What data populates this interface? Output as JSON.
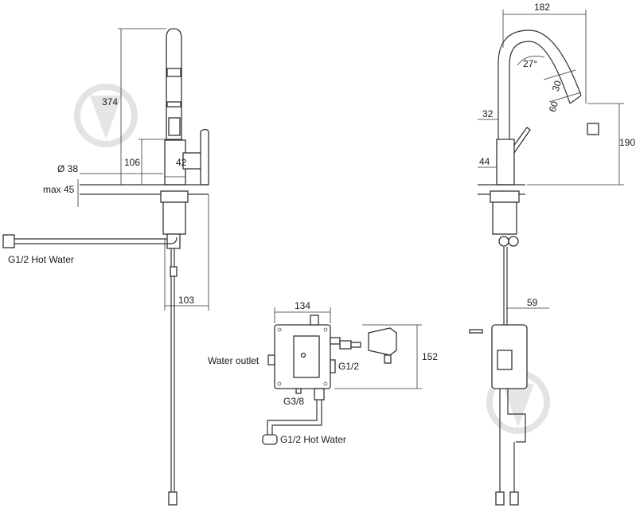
{
  "front_view": {
    "dims": {
      "height_total": "374",
      "height_spout_top": "106",
      "spout_diameter": "Ø 38",
      "counter_thickness": "max 45",
      "body_width": "42",
      "projection": "103"
    },
    "callouts": {
      "hot_water": "G1/2 Hot Water"
    }
  },
  "side_view": {
    "dims": {
      "spout_reach": "182",
      "angle": "27°",
      "outlet_30": "30",
      "outlet_60": "60",
      "outlet_height": "190",
      "lever_32": "32",
      "base_44": "44",
      "box_depth": "59"
    }
  },
  "control_box": {
    "dims": {
      "width": "134",
      "height": "152"
    },
    "callouts": {
      "water_outlet": "Water outlet",
      "inlet_g12": "G1/2",
      "inlet_g38": "G3/8",
      "hot_water": "G1/2 Hot Water"
    }
  },
  "watermark": {
    "icon": "drop-in-circle-icon"
  }
}
